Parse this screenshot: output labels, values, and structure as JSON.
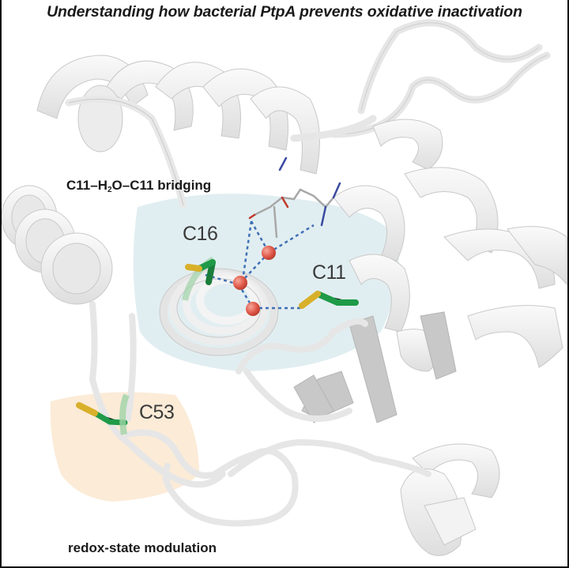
{
  "figure": {
    "title": "Understanding how bacterial PtpA prevents oxidative inactivation",
    "annotations": {
      "bridging": {
        "prefix": "C11–H",
        "subscript": "2",
        "suffix": "O–C11 bridging"
      },
      "redox": "redox-state modulation"
    },
    "residues": [
      {
        "id": "c16",
        "label": "C16"
      },
      {
        "id": "c11",
        "label": "C11"
      },
      {
        "id": "c53",
        "label": "C53"
      }
    ],
    "water_molecules": 3,
    "colors": {
      "protein_cartoon": "#f2f2f2",
      "protein_edge": "#c9c9c9",
      "sheet_gray": "#c8c8c8",
      "cysteine_carbon": "#1f9a48",
      "sulfur": "#d8b02a",
      "water_oxygen": "#e05a4a",
      "hbond": "#3f6fb5",
      "active_site_region": "#dcebee",
      "redox_region": "#fbe9d3",
      "border": "#111111"
    }
  }
}
